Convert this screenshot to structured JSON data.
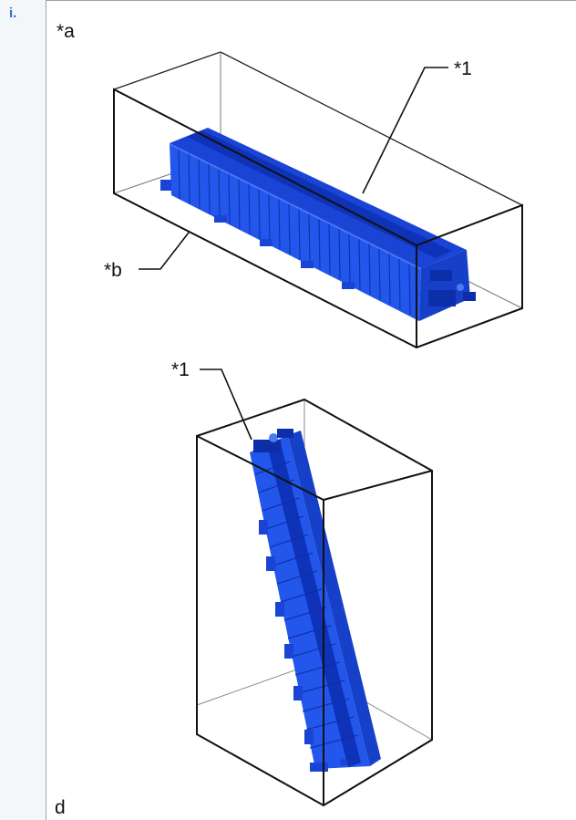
{
  "step": {
    "label": "i."
  },
  "figure": {
    "callouts": {
      "view_a": "*a",
      "component_1_top": "*1",
      "component_b": "*b",
      "component_1_bottom": "*1",
      "view_d": "d"
    },
    "colors": {
      "battery_fill": "#1f4fe0",
      "battery_dark": "#0c2ea8",
      "battery_light": "#4a7bf2",
      "outline": "#111111"
    }
  }
}
